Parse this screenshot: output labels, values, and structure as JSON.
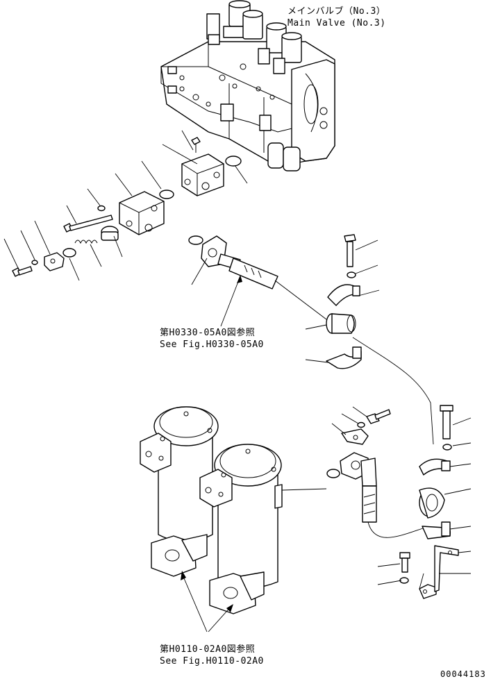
{
  "labels": {
    "main_valve_jp": "メインバルブ（No.3）",
    "main_valve_en": "Main Valve (No.3)",
    "ref1_jp": "第H0330-05A0図参照",
    "ref1_en": "See Fig.H0330-05A0",
    "ref2_jp": "第H0110-02A0図参照",
    "ref2_en": "See Fig.H0110-02A0",
    "figure_number": "00044183"
  }
}
